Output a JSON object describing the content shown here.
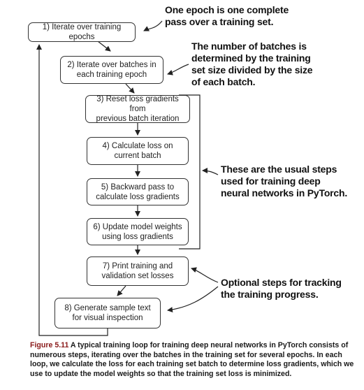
{
  "steps": [
    {
      "line1": "1) Iterate over training epochs",
      "line2": ""
    },
    {
      "line1": "2) Iterate over batches in",
      "line2": "each training epoch"
    },
    {
      "line1": "3) Reset loss gradients from",
      "line2": "previous batch iteration"
    },
    {
      "line1": "4) Calculate loss on",
      "line2": "current batch"
    },
    {
      "line1": "5) Backward pass to",
      "line2": "calculate loss gradients"
    },
    {
      "line1": "6) Update model weights",
      "line2": "using loss gradients"
    },
    {
      "line1": "7) Print training and",
      "line2": "validation set losses"
    },
    {
      "line1": "8) Generate sample text",
      "line2": "for visual inspection"
    }
  ],
  "annotations": {
    "epoch": "One epoch is one complete\npass over a training set.",
    "batches": "The number of batches is\ndetermined by the training\nset size divided by the size\nof each batch.",
    "usual_steps": "These are the usual steps\nused for training deep\nneural networks in PyTorch.",
    "optional": "Optional steps for tracking\nthe training progress."
  },
  "caption": {
    "label": "Figure 5.11",
    "text": "A typical training loop for training deep neural networks in PyTorch consists of numerous steps, iterating over the batches in the training set for several epochs. In each loop, we calculate the loss for each training set batch to determine loss gradients, which we use to update the model weights so that the training set loss is minimized."
  }
}
